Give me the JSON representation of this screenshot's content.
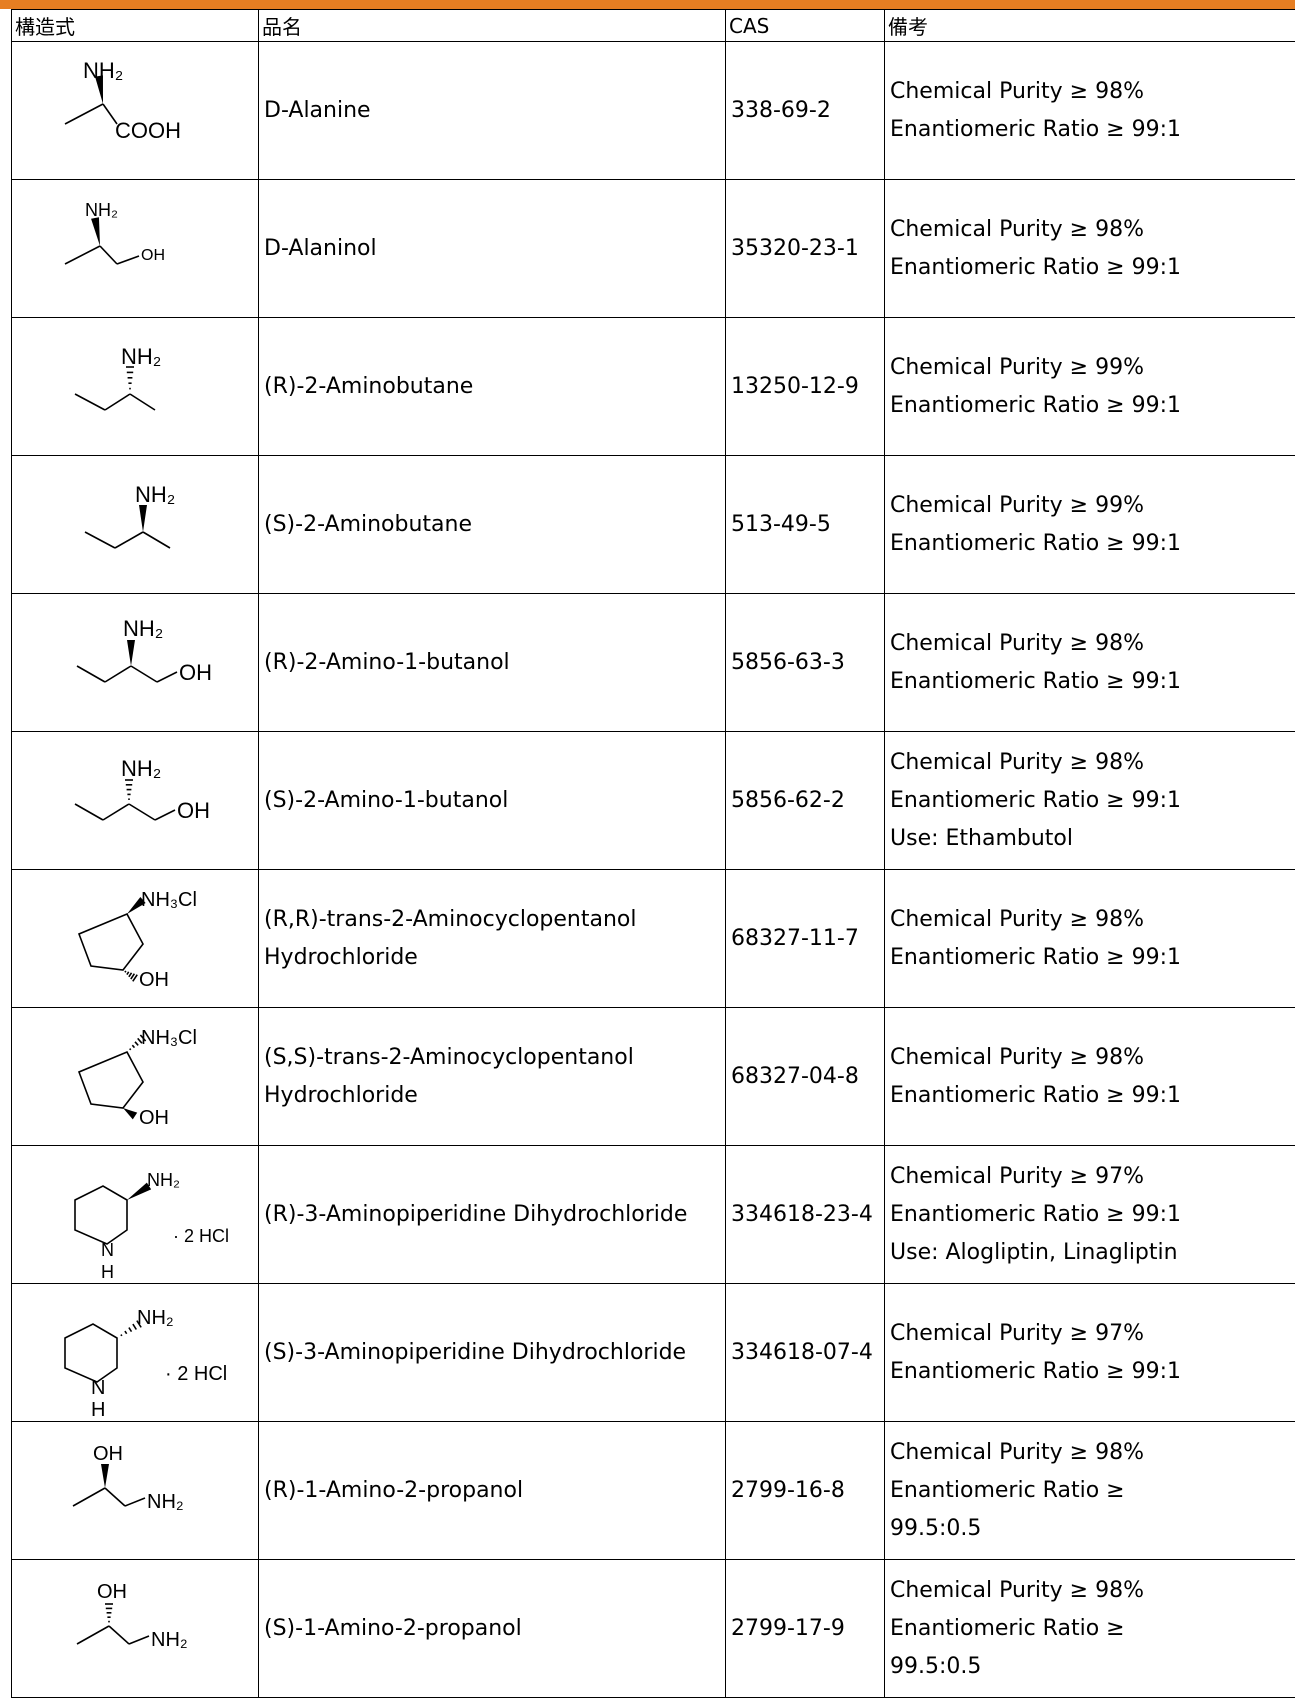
{
  "colors": {
    "accent": "#e67e22",
    "border": "#000000"
  },
  "header": {
    "structure": "構造式",
    "name": "品名",
    "cas": "CAS",
    "remarks": "備考"
  },
  "rows": [
    {
      "name": [
        "D-Alanine"
      ],
      "cas": "338-69-2",
      "notes": [
        "Chemical Purity ≥ 98%",
        "Enantiomeric Ratio ≥ 99:1"
      ],
      "labels": [
        "NH₂",
        "COOH"
      ]
    },
    {
      "name": [
        "D-Alaninol"
      ],
      "cas": "35320-23-1",
      "notes": [
        "Chemical Purity ≥ 98%",
        "Enantiomeric Ratio ≥ 99:1"
      ],
      "labels": [
        "NH₂",
        "OH"
      ]
    },
    {
      "name": [
        "(R)-2-Aminobutane"
      ],
      "cas": "13250-12-9",
      "notes": [
        "Chemical Purity ≥ 99%",
        "Enantiomeric Ratio ≥ 99:1"
      ],
      "labels": [
        "NH₂"
      ]
    },
    {
      "name": [
        "(S)-2-Aminobutane"
      ],
      "cas": "513-49-5",
      "notes": [
        "Chemical Purity ≥ 99%",
        "Enantiomeric Ratio ≥ 99:1"
      ],
      "labels": [
        "NH₂"
      ]
    },
    {
      "name": [
        "(R)-2-Amino-1-butanol"
      ],
      "cas": "5856-63-3",
      "notes": [
        "Chemical Purity ≥ 98%",
        "Enantiomeric Ratio ≥ 99:1"
      ],
      "labels": [
        "NH₂",
        "OH"
      ]
    },
    {
      "name": [
        "(S)-2-Amino-1-butanol"
      ],
      "cas": "5856-62-2",
      "notes": [
        "Chemical Purity ≥ 98%",
        "Enantiomeric Ratio ≥ 99:1",
        "Use: Ethambutol"
      ],
      "labels": [
        "NH₂",
        "OH"
      ]
    },
    {
      "name": [
        "(R,R)-trans-2-Aminocyclopentanol",
        "Hydrochloride"
      ],
      "cas": "68327-11-7",
      "notes": [
        "Chemical Purity ≥ 98%",
        "Enantiomeric Ratio ≥ 99:1"
      ],
      "labels": [
        "NH₃Cl",
        "OH"
      ]
    },
    {
      "name": [
        "(S,S)-trans-2-Aminocyclopentanol",
        "Hydrochloride"
      ],
      "cas": "68327-04-8",
      "notes": [
        "Chemical Purity ≥ 98%",
        "Enantiomeric Ratio ≥ 99:1"
      ],
      "labels": [
        "NH₃Cl",
        "OH"
      ]
    },
    {
      "name": [
        "(R)-3-Aminopiperidine Dihydrochloride"
      ],
      "cas": "334618-23-4",
      "notes": [
        "Chemical Purity ≥ 97%",
        "Enantiomeric Ratio ≥ 99:1",
        "Use: Alogliptin, Linagliptin"
      ],
      "labels": [
        "NH₂",
        "N",
        "H",
        "· 2 HCl"
      ]
    },
    {
      "name": [
        "(S)-3-Aminopiperidine Dihydrochloride"
      ],
      "cas": "334618-07-4",
      "notes": [
        "Chemical Purity ≥ 97%",
        "Enantiomeric Ratio ≥ 99:1"
      ],
      "labels": [
        "NH₂",
        "N",
        "H",
        "· 2 HCl"
      ]
    },
    {
      "name": [
        "(R)-1-Amino-2-propanol"
      ],
      "cas": "2799-16-8",
      "notes": [
        "Chemical Purity ≥ 98%",
        "Enantiomeric Ratio ≥",
        "99.5:0.5"
      ],
      "labels": [
        "OH",
        "NH₂"
      ]
    },
    {
      "name": [
        "(S)-1-Amino-2-propanol"
      ],
      "cas": "2799-17-9",
      "notes": [
        "Chemical Purity ≥ 98%",
        "Enantiomeric Ratio ≥",
        "99.5:0.5"
      ],
      "labels": [
        "OH",
        "NH₂"
      ]
    }
  ]
}
